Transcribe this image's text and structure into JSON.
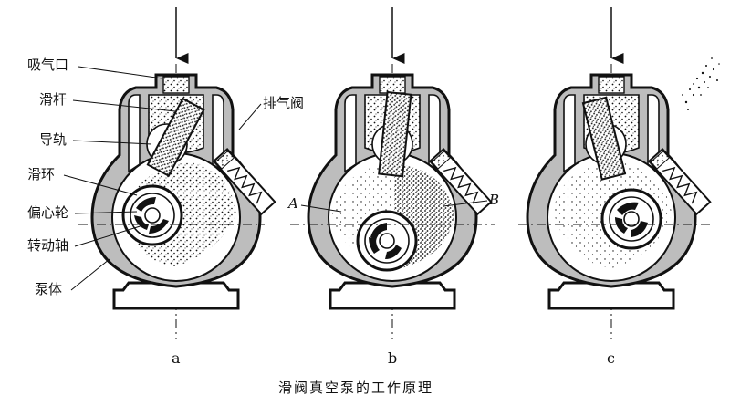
{
  "figure": {
    "caption": "滑阀真空泵的工作原理",
    "panels": [
      {
        "id": "a",
        "label": "a"
      },
      {
        "id": "b",
        "label": "b"
      },
      {
        "id": "c",
        "label": "c"
      }
    ],
    "part_labels": {
      "intake": "吸气口",
      "slide_rod": "滑杆",
      "guide_rail": "导轨",
      "exhaust_valve": "排气阀",
      "slide_ring": "滑环",
      "eccentric_wheel": "偏心轮",
      "rotating_shaft": "转动轴",
      "pump_body": "泵体"
    },
    "chamber_labels": {
      "left": "A",
      "right": "B"
    }
  },
  "colors": {
    "ink": "#111111",
    "metal_fill": "#bdbdbd",
    "background": "#ffffff"
  }
}
